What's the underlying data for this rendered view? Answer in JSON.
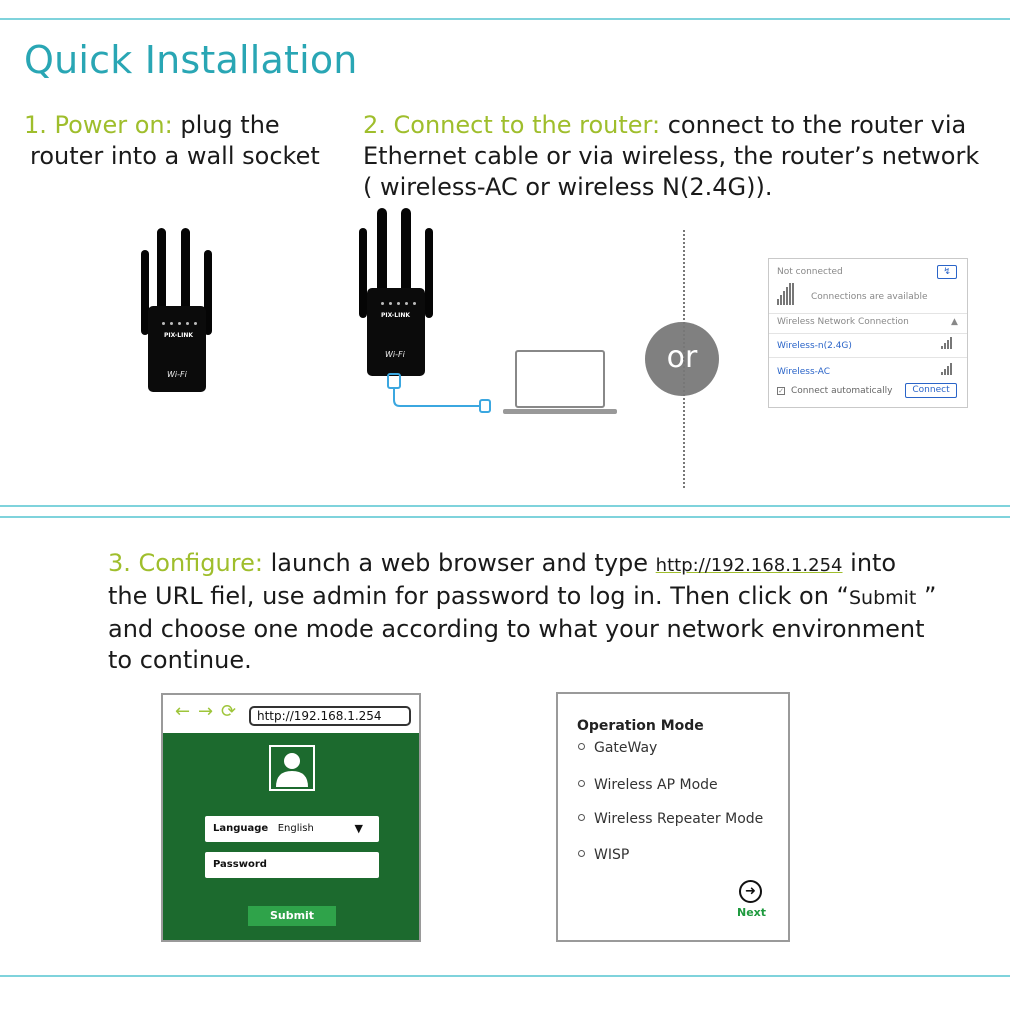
{
  "title": "Quick Installation",
  "step1": {
    "lead": "1. Power on:",
    "line1_rest": " plug the",
    "line2": "router into a wall socket"
  },
  "step2": {
    "lead": "2. Connect to the router:",
    "line1_rest": " connect to the router via",
    "line2": "Ethernet cable or via wireless, the router’s network",
    "line3": "( wireless-AC or wireless N(2.4G))."
  },
  "router": {
    "brand": "PIX-LINK",
    "wifi_logo": "Wi-Fi"
  },
  "or_label": "or",
  "wifi_panel": {
    "not_connected": "Not connected",
    "available": "Connections are available",
    "section": "Wireless Network Connection",
    "network1": "Wireless-n(2.4G)",
    "network2": "Wireless-AC",
    "auto_connect": "Connect automatically",
    "connect_button": "Connect"
  },
  "step3": {
    "lead": "3. Configure:",
    "line1_rest": " launch a web browser and type ",
    "url": "http://192.168.1.254",
    "line1_end": " into",
    "line2_start": "the URL fiel, use admin for password to log in. Then click on “",
    "submit_word": "Submit",
    "line2_end": " ”",
    "line3": "and choose one mode according to what your network environment",
    "line4": "to continue."
  },
  "browser": {
    "url": "http://192.168.1.254",
    "language_label": "Language",
    "language_value": "English",
    "password_label": "Password",
    "submit": "Submit"
  },
  "mode_panel": {
    "title": "Operation Mode",
    "options": [
      "GateWay",
      "Wireless AP Mode",
      "Wireless Repeater Mode",
      "WISP"
    ],
    "next": "Next"
  },
  "colors": {
    "title": "#29a6b4",
    "lead": "#9fbe2c",
    "rule": "#7fd3dc",
    "browser_green": "#1c6a2e",
    "submit_green": "#2fa34a",
    "cable_blue": "#3ba7e0"
  }
}
